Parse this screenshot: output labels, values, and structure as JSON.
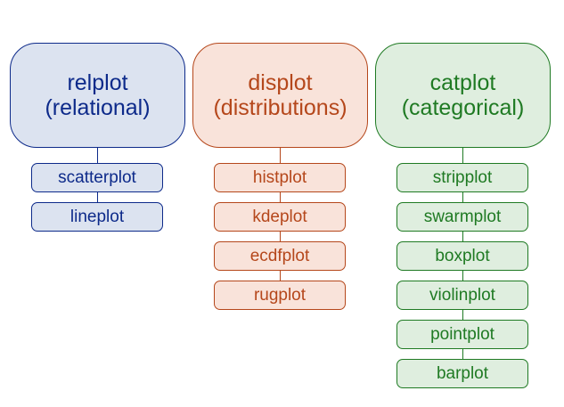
{
  "columns": [
    {
      "title": "relplot",
      "subtitle": "(relational)",
      "color": "#0d2a8a",
      "fill": "#dce3f0",
      "items": [
        "scatterplot",
        "lineplot"
      ]
    },
    {
      "title": "displot",
      "subtitle": "(distributions)",
      "color": "#b5471b",
      "fill": "#f9e3da",
      "items": [
        "histplot",
        "kdeplot",
        "ecdfplot",
        "rugplot"
      ]
    },
    {
      "title": "catplot",
      "subtitle": "(categorical)",
      "color": "#1f7a23",
      "fill": "#dfeedf",
      "items": [
        "stripplot",
        "swarmplot",
        "boxplot",
        "violinplot",
        "pointplot",
        "barplot"
      ]
    }
  ]
}
